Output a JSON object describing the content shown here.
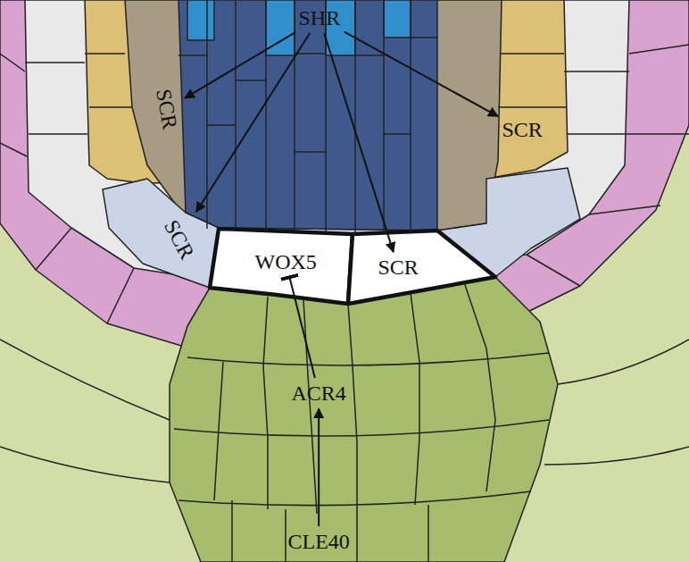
{
  "diagram": {
    "nodes": [
      {
        "text": [
          "SHR"
        ]
      },
      {
        "text": [
          "SCR"
        ]
      },
      {
        "text": [
          "SCR"
        ]
      },
      {
        "text": [
          "SCR"
        ]
      },
      {
        "text": [
          "WOX5"
        ]
      },
      {
        "text": [
          "SCR"
        ]
      },
      {
        "text": [
          "ACR4"
        ]
      },
      {
        "text": [
          "CLE40"
        ]
      }
    ],
    "edges": [
      {
        "from": 0,
        "to": 1,
        "arrow": "to"
      },
      {
        "from": 0,
        "to": 2,
        "arrow": "to"
      },
      {
        "from": 0,
        "to": 3,
        "arrow": "to"
      },
      {
        "from": 0,
        "to": 5,
        "arrow": "to"
      },
      {
        "from": 6,
        "to": 4,
        "arrow": "to"
      },
      {
        "from": 7,
        "to": 6,
        "arrow": "to"
      }
    ]
  }
}
